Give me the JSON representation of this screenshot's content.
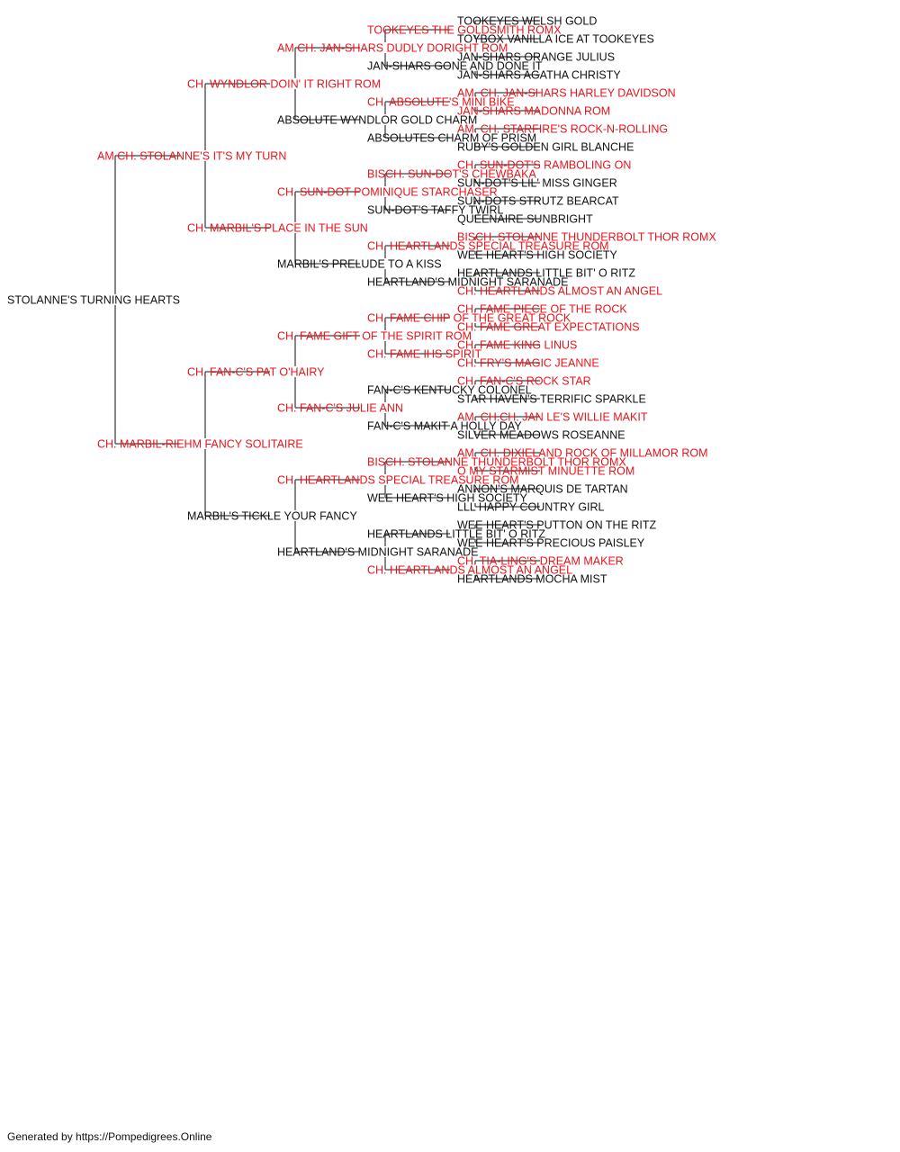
{
  "colors": {
    "champion": "#e8141b",
    "regular": "#111111",
    "connector": "#444444"
  },
  "pedigree": {
    "name": "STOLANNE'S TURNING HEARTS",
    "champion": false,
    "sire": {
      "name": "AM CH. STOLANNE'S IT'S MY TURN",
      "champion": true,
      "sire": {
        "name": "CH. WYNDLOR DOIN' IT RIGHT ROM",
        "champion": true,
        "sire": {
          "name": "AM CH. JAN-SHARS DUDLY DORIGHT ROM",
          "champion": true,
          "sire": {
            "name": "TOOKEYES THE GOLDSMITH ROMX",
            "champion": true,
            "sire": {
              "name": "TOOKEYES WELSH GOLD",
              "champion": false
            },
            "dam": {
              "name": "TOYBOX VANILLA ICE AT TOOKEYES",
              "champion": false
            }
          },
          "dam": {
            "name": "JAN-SHARS GONE AND DONE IT",
            "champion": false,
            "sire": {
              "name": "JAN-SHARS ORANGE JULIUS",
              "champion": false
            },
            "dam": {
              "name": "JAN-SHARS AGATHA CHRISTY",
              "champion": false
            }
          }
        },
        "dam": {
          "name": "ABSOLUTE WYNDLOR GOLD CHARM",
          "champion": false,
          "sire": {
            "name": "CH. ABSOLUTE'S MINI BIKE",
            "champion": true,
            "sire": {
              "name": "AM. CH. JAN-SHARS HARLEY DAVIDSON",
              "champion": true
            },
            "dam": {
              "name": "JAN-SHARS MADONNA ROM",
              "champion": true
            }
          },
          "dam": {
            "name": "ABSOLUTES CHARM OF PRISM",
            "champion": false,
            "sire": {
              "name": "AM. CH. STARFIRE'S ROCK-N-ROLLING",
              "champion": true
            },
            "dam": {
              "name": "RUBY'S GOLDEN GIRL BLANCHE",
              "champion": false
            }
          }
        }
      },
      "dam": {
        "name": "CH. MARBIL'S PLACE IN THE SUN",
        "champion": true,
        "sire": {
          "name": "CH. SUN-DOT POMINIQUE STARCHASER",
          "champion": true,
          "sire": {
            "name": "BISCH. SUN-DOT'S CHEWBAKA",
            "champion": true,
            "sire": {
              "name": "CH. SUN-DOT'S RAMBOLING ON",
              "champion": true
            },
            "dam": {
              "name": "SUN-DOT'S LIL' MISS GINGER",
              "champion": false
            }
          },
          "dam": {
            "name": "SUN-DOT'S TAFFY TWIRL",
            "champion": false,
            "sire": {
              "name": "SUN-DOTS STRUTZ BEARCAT",
              "champion": false
            },
            "dam": {
              "name": "QUEENAIRE SUNBRIGHT",
              "champion": false
            }
          }
        },
        "dam": {
          "name": "MARBIL'S PRELUDE TO A KISS",
          "champion": false,
          "sire": {
            "name": "CH. HEARTLANDS SPECIAL TREASURE ROM",
            "champion": true,
            "sire": {
              "name": "BISCH. STOLANNE THUNDERBOLT THOR ROMX",
              "champion": true
            },
            "dam": {
              "name": "WEE HEART'S HIGH SOCIETY",
              "champion": false
            }
          },
          "dam": {
            "name": "HEARTLAND'S MIDNIGHT SARANADE",
            "champion": false,
            "sire": {
              "name": "HEARTLANDS LITTLE BIT' O RITZ",
              "champion": false
            },
            "dam": {
              "name": "CH. HEARTLANDS ALMOST AN ANGEL",
              "champion": true
            }
          }
        }
      }
    },
    "dam": {
      "name": "CH. MARBIL-RIEHM FANCY SOLITAIRE",
      "champion": true,
      "sire": {
        "name": "CH. FAN-C'S PAT O'HAIRY",
        "champion": true,
        "sire": {
          "name": "CH. FAME GIFT OF THE SPIRIT ROM",
          "champion": true,
          "sire": {
            "name": "CH. FAME CHIP OF THE GREAT ROCK",
            "champion": true,
            "sire": {
              "name": "CH. FAME PIECE OF THE ROCK",
              "champion": true
            },
            "dam": {
              "name": "CH. FAME GREAT EXPECTATIONS",
              "champion": true
            }
          },
          "dam": {
            "name": "CH. FAME IHS SPIRIT",
            "champion": true,
            "sire": {
              "name": "CH. FAME KING LINUS",
              "champion": true
            },
            "dam": {
              "name": "CH. FRY'S MAGIC JEANNE",
              "champion": true
            }
          }
        },
        "dam": {
          "name": "CH. FAN-C'S JULIE ANN",
          "champion": true,
          "sire": {
            "name": "FAN-C'S KENTUCKY COLONEL",
            "champion": false,
            "sire": {
              "name": "CH. FAN-C'S ROCK STAR",
              "champion": true
            },
            "dam": {
              "name": "STAR HAVEN'S TERRIFIC SPARKLE",
              "champion": false
            }
          },
          "dam": {
            "name": "FAN-C'S MAKIT A HOLLY DAY",
            "champion": false,
            "sire": {
              "name": "AM. CH.CH. JAN LE'S WILLIE MAKIT",
              "champion": true
            },
            "dam": {
              "name": "SILVER MEADOWS ROSEANNE",
              "champion": false
            }
          }
        }
      },
      "dam": {
        "name": "MARBIL'S TICKLE YOUR FANCY",
        "champion": false,
        "sire": {
          "name": "CH. HEARTLANDS SPECIAL TREASURE ROM",
          "champion": true,
          "sire": {
            "name": "BISCH. STOLANNE THUNDERBOLT THOR ROMX",
            "champion": true,
            "sire": {
              "name": "AM. CH. DIXIELAND ROCK OF MILLAMOR ROM",
              "champion": true
            },
            "dam": {
              "name": "O MY STARMIST MINUETTE ROM",
              "champion": true
            }
          },
          "dam": {
            "name": "WEE HEART'S HIGH SOCIETY",
            "champion": false,
            "sire": {
              "name": "ANNON'S MARQUIS DE TARTAN",
              "champion": false
            },
            "dam": {
              "name": "LLL HAPPY COUNTRY GIRL",
              "champion": false
            }
          }
        },
        "dam": {
          "name": "HEARTLAND'S MIDNIGHT SARANADE",
          "champion": false,
          "sire": {
            "name": "HEARTLANDS LITTLE BIT' O RITZ",
            "champion": false,
            "sire": {
              "name": "WEE HEART'S PUTTON ON THE RITZ",
              "champion": false
            },
            "dam": {
              "name": "WEE HEART'S PRECIOUS PAISLEY",
              "champion": false
            }
          },
          "dam": {
            "name": "CH. HEARTLANDS ALMOST AN ANGEL",
            "champion": true,
            "sire": {
              "name": "CH. TIA-LING'S DREAM MAKER",
              "champion": true
            },
            "dam": {
              "name": "HEARTLANDS MOCHA MIST",
              "champion": false
            }
          }
        }
      }
    }
  },
  "footer": {
    "text": "Generated by https://Pompedigrees.Online"
  }
}
